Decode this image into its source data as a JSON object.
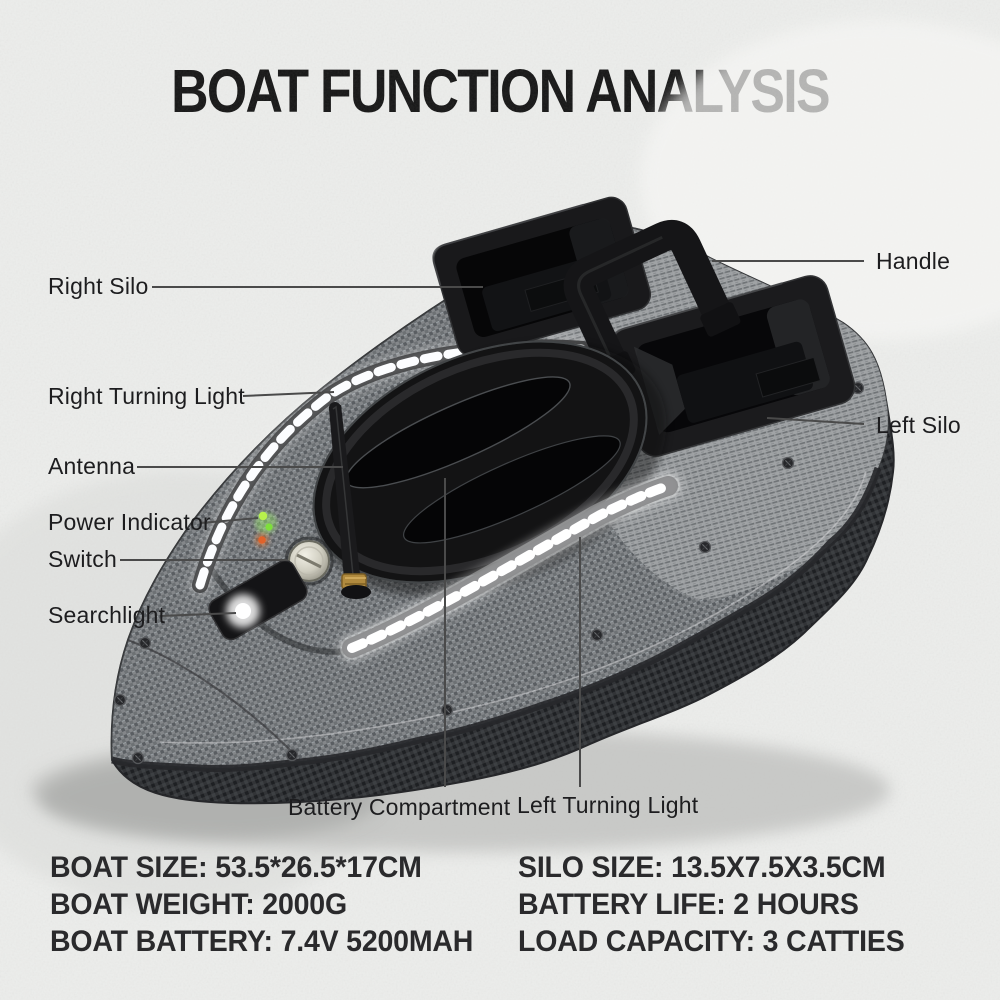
{
  "title": "BOAT FUNCTION ANALYSIS",
  "callouts": {
    "right_silo": "Right Silo",
    "right_turning_light": "Right Turning Light",
    "antenna": "Antenna",
    "power_indicator": "Power Indicator",
    "switch": "Switch",
    "searchlight": "Searchlight",
    "handle": "Handle",
    "left_silo": "Left Silo",
    "battery_compartment": "Battery Compartment",
    "left_turning_light": "Left Turning Light"
  },
  "specs": {
    "left": [
      "BOAT SIZE: 53.5*26.5*17CM",
      "BOAT WEIGHT: 2000G",
      "BOAT BATTERY: 7.4V 5200MAH"
    ],
    "right": [
      "SILO SIZE: 13.5X7.5X3.5CM",
      "BATTERY LIFE: 2 HOURS",
      "LOAD CAPACITY: 3 CATTIES"
    ]
  },
  "colors": {
    "background": "#ecedeb",
    "title_text": "#151515",
    "label_text": "#1d1d1f",
    "leader_line": "#4a4a4a",
    "boat_black": "#141416",
    "led_white": "#ffffff",
    "led_green": "#7ee03a",
    "led_red": "#e0622a",
    "antenna_base_gold": "#b08a3e"
  }
}
